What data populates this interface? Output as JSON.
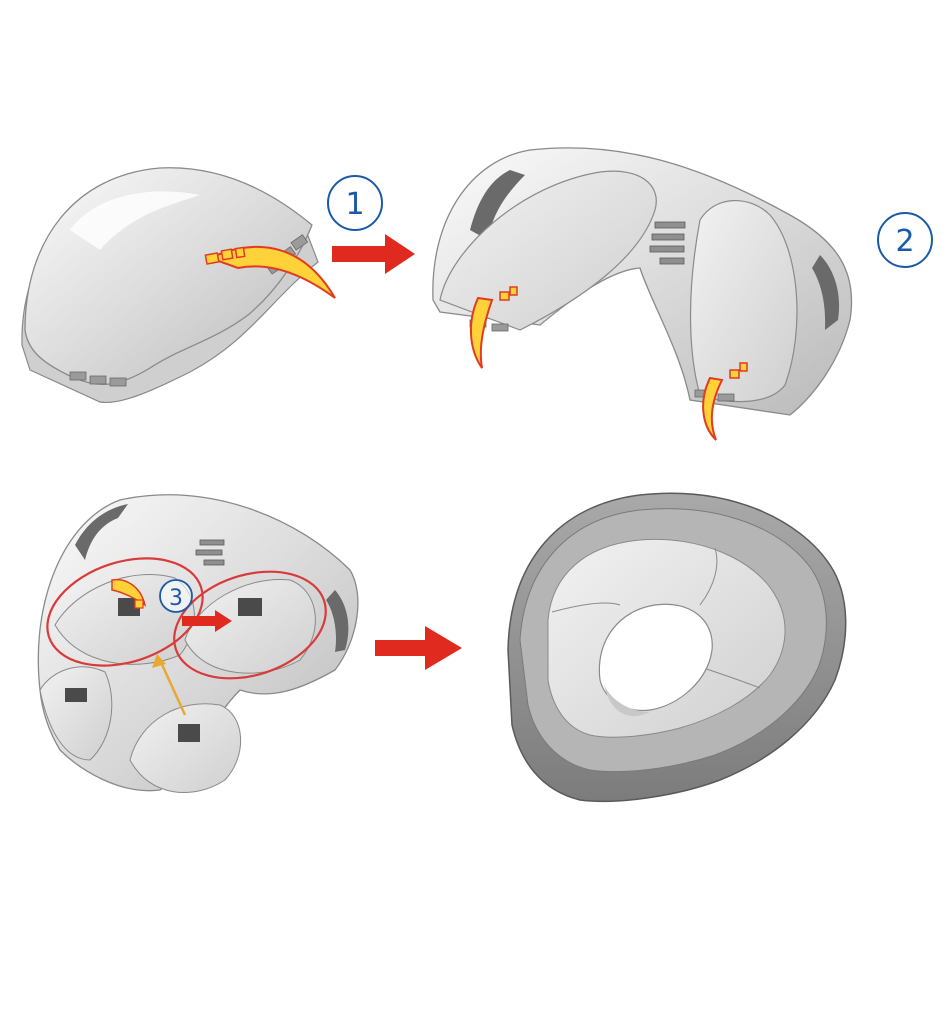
{
  "steps": [
    {
      "number": "1"
    },
    {
      "number": "2"
    },
    {
      "number": "3"
    }
  ],
  "colors": {
    "accent_arrow": "#e02a1f",
    "fold_arrow_fill": "#ffd23a",
    "fold_arrow_stroke": "#e23b20",
    "step_badge": "#1a5aa8",
    "highlight_ring": "#d93a3a",
    "seat_body": "#e4e4e4",
    "seat_rim": "#8e8e8e",
    "seat_shadow": "#5a5a5a"
  }
}
